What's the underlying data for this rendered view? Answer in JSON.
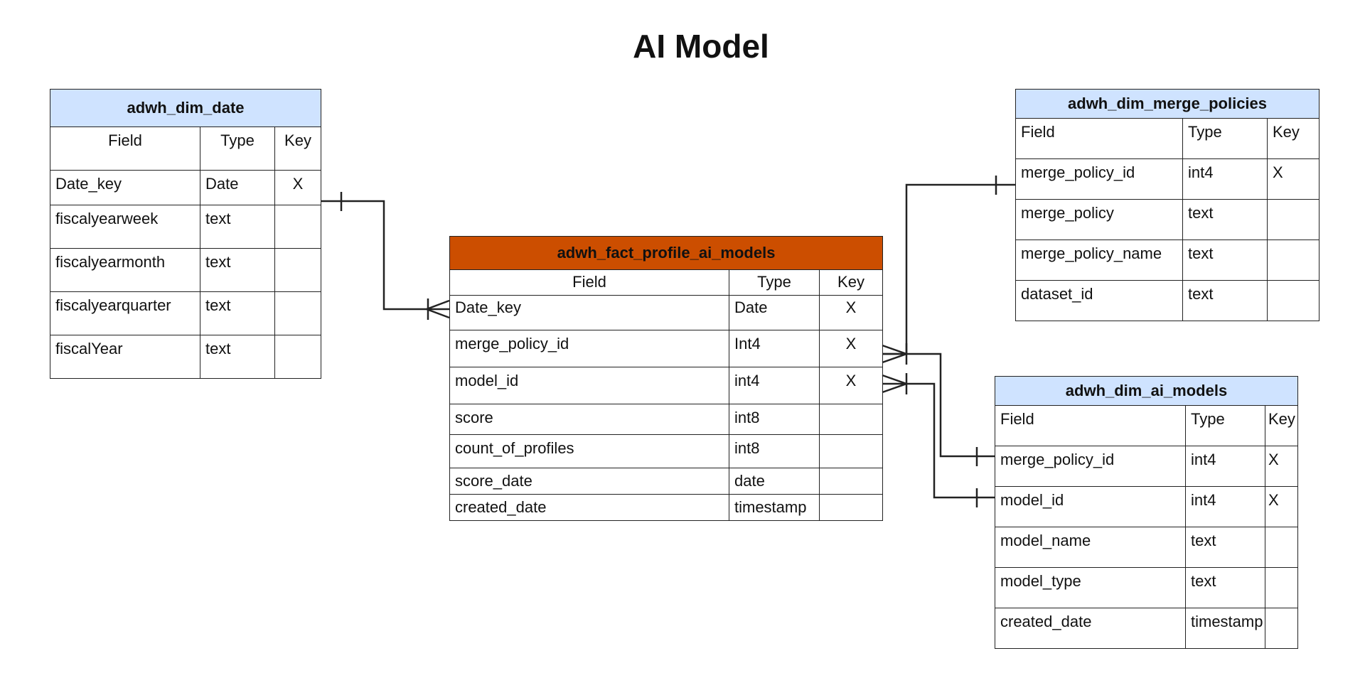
{
  "title": "AI Model",
  "tables": {
    "dim_date": {
      "name": "adwh_dim_date",
      "columns": [
        "Field",
        "Type",
        "Key"
      ],
      "rows": [
        [
          "Date_key",
          "Date",
          "X"
        ],
        [
          "fiscalyearweek",
          "text",
          ""
        ],
        [
          "fiscalyearmonth",
          "text",
          ""
        ],
        [
          "fiscalyearquarter",
          "text",
          ""
        ],
        [
          "fiscalYear",
          "text",
          ""
        ]
      ]
    },
    "fact": {
      "name": "adwh_fact_profile_ai_models",
      "columns": [
        "Field",
        "Type",
        "Key"
      ],
      "rows": [
        [
          "Date_key",
          "Date",
          "X"
        ],
        [
          "merge_policy_id",
          "Int4",
          "X"
        ],
        [
          "model_id",
          "int4",
          "X"
        ],
        [
          "score",
          "int8",
          ""
        ],
        [
          "count_of_profiles",
          "int8",
          ""
        ],
        [
          "score_date",
          "date",
          ""
        ],
        [
          "created_date",
          "timestamp",
          ""
        ]
      ]
    },
    "merge_policies": {
      "name": "adwh_dim_merge_policies",
      "columns": [
        "Field",
        "Type",
        "Key"
      ],
      "rows": [
        [
          "merge_policy_id",
          "int4",
          "X"
        ],
        [
          "merge_policy",
          "text",
          ""
        ],
        [
          "merge_policy_name",
          "text",
          ""
        ],
        [
          "dataset_id",
          "text",
          ""
        ]
      ]
    },
    "ai_models": {
      "name": "adwh_dim_ai_models",
      "columns": [
        "Field",
        "Type",
        "Key"
      ],
      "rows": [
        [
          "merge_policy_id",
          "int4",
          "X"
        ],
        [
          "model_id",
          "int4",
          "X"
        ],
        [
          "model_name",
          "text",
          ""
        ],
        [
          "model_type",
          "text",
          ""
        ],
        [
          "created_date",
          "timestamp",
          ""
        ]
      ]
    }
  },
  "colors": {
    "dimension_header": "#cfe3ff",
    "fact_header": "#cc4e00",
    "line": "#222222"
  }
}
